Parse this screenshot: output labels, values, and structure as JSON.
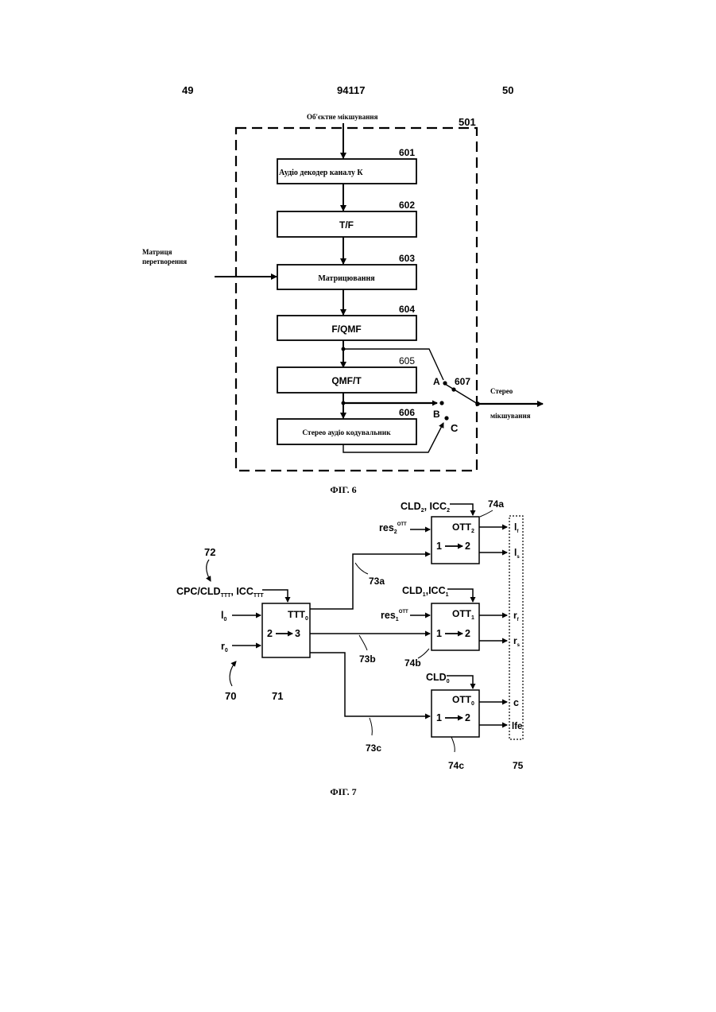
{
  "header": {
    "left_page": "49",
    "doc_number": "94117",
    "right_page": "50"
  },
  "fig6": {
    "input_label": "Об'єктне мікшування",
    "container_ref": "501",
    "blocks": [
      {
        "ref": "601",
        "label": "Аудіо декодер каналу К"
      },
      {
        "ref": "602",
        "label": "T/F"
      },
      {
        "ref": "603",
        "label": "Матрицювання"
      },
      {
        "ref": "604",
        "label": "F/QMF"
      },
      {
        "ref": "605",
        "label": "QMF/T"
      },
      {
        "ref": "606",
        "label": "Стерео аудіо кодувальник"
      }
    ],
    "matrix_input_line1": "Матриця",
    "matrix_input_line2": "перетворення",
    "switch_ref": "607",
    "switch_a": "A",
    "switch_b": "B",
    "switch_c": "C",
    "output_line1": "Стерео",
    "output_line2": "мікшування",
    "caption": "ФІГ. 6"
  },
  "fig7": {
    "tag_72": "72",
    "param_ttt_main": "CPC/CLD",
    "param_ttt_sub1": "TTT",
    "param_ttt_mid": ", ICC",
    "param_ttt_sub2": "TTT",
    "in_l": "l",
    "in_l_sub": "0",
    "in_r": "r",
    "in_r_sub": "0",
    "tag_70": "70",
    "tag_71": "71",
    "ttt_name": "TTT",
    "ttt_sub": "0",
    "ttt_from": "2",
    "ttt_to": "3",
    "tag_73a": "73a",
    "tag_73b": "73b",
    "tag_73c": "73c",
    "ott2_params": "CLD",
    "ott2_p_sub1": "2",
    "ott2_p_mid": ", ICC",
    "ott2_p_sub2": "2",
    "ott1_params": "CLD",
    "ott1_p_sub1": "1",
    "ott1_p_mid": ",ICC",
    "ott1_p_sub2": "1",
    "ott0_params": "CLD",
    "ott0_p_sub1": "0",
    "res2": "res",
    "res2_sub": "2",
    "res2_sup": "OTT",
    "res1": "res",
    "res1_sub": "1",
    "res1_sup": "OTT",
    "ott_name": "OTT",
    "ott2_sub": "2",
    "ott1_sub": "1",
    "ott0_sub": "0",
    "ott_from": "1",
    "ott_to": "2",
    "tag_74a": "74a",
    "tag_74b": "74b",
    "tag_74c": "74c",
    "tag_75": "75",
    "out_lf": "l",
    "out_lf_sub": "f",
    "out_ls": "l",
    "out_ls_sub": "s",
    "out_rf": "r",
    "out_rf_sub": "f",
    "out_rs": "r",
    "out_rs_sub": "s",
    "out_c": "c",
    "out_lfe": "lfe",
    "caption": "ФІГ. 7"
  }
}
